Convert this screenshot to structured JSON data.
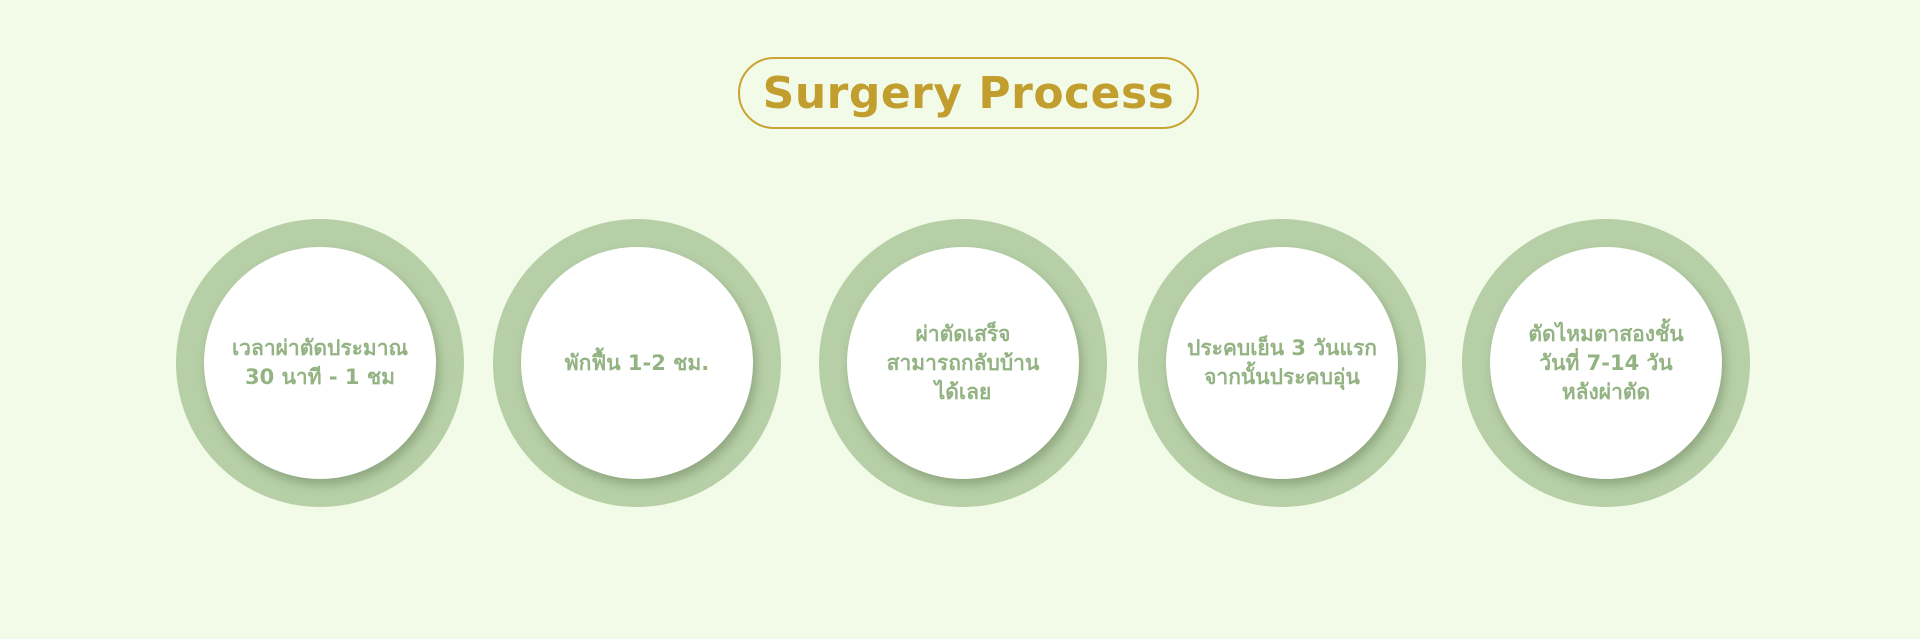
{
  "title": "Surgery Process",
  "colors": {
    "background": "#f1fbe7",
    "title": "#c29e2e",
    "title_border": "#c9a433",
    "ring": "#b7cfa7",
    "step_text": "#93b383",
    "inner_circle": "#ffffff"
  },
  "steps": [
    {
      "text": "เวลาผ่าตัดประมาณ\n30 นาที - 1 ชม"
    },
    {
      "text": "พักฟื้น 1-2 ชม."
    },
    {
      "text": "ผ่าตัดเสร็จ\nสามารถกลับบ้าน\nได้เลย"
    },
    {
      "text": "ประคบเย็น 3 วันแรก\nจากนั้นประคบอุ่น"
    },
    {
      "text": "ตัดไหมตาสองชั้น\nวันที่ 7-14 วัน\nหลังผ่าตัด"
    }
  ]
}
